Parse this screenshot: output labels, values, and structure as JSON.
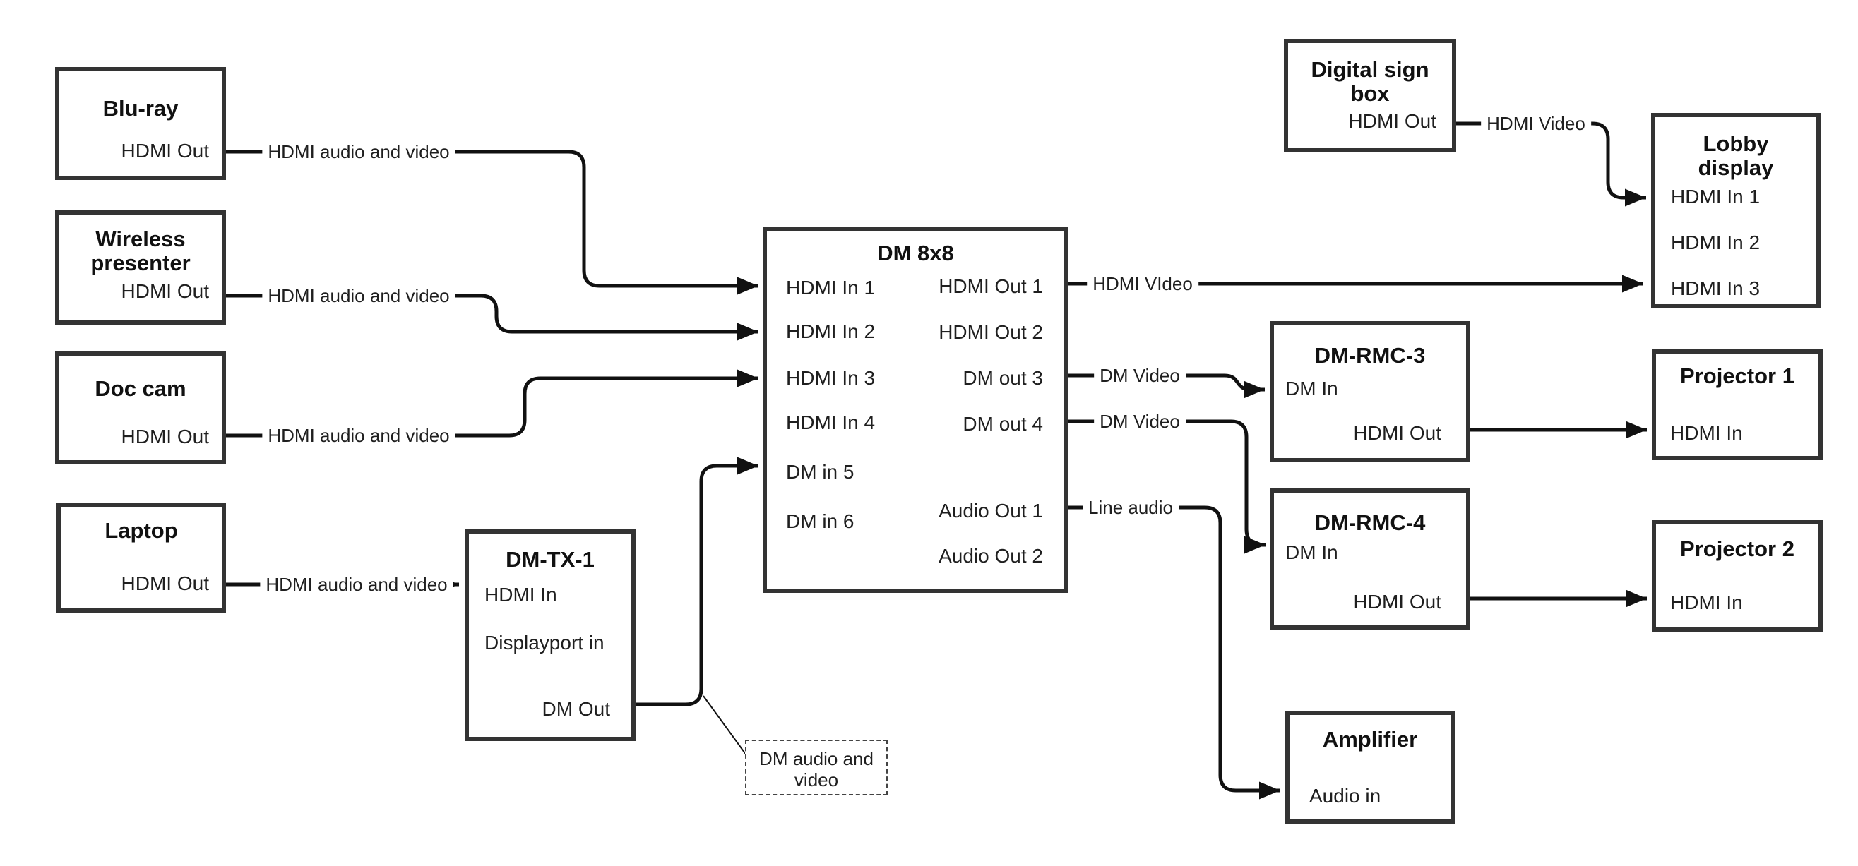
{
  "canvas": {
    "background": "#ffffff",
    "wire_color": "#111111",
    "box_border_color": "#333333"
  },
  "nodes": {
    "bluray": {
      "title": "Blu-ray",
      "port_out": "HDMI Out"
    },
    "wireless": {
      "title": "Wireless presenter",
      "port_out": "HDMI Out"
    },
    "doccam": {
      "title": "Doc cam",
      "port_out": "HDMI Out"
    },
    "laptop": {
      "title": "Laptop",
      "port_out": "HDMI Out"
    },
    "dmtx1": {
      "title": "DM-TX-1",
      "port_hdmi_in": "HDMI In",
      "port_displayport_in": "Displayport in",
      "port_dm_out": "DM Out"
    },
    "dm8x8": {
      "title": "DM 8x8",
      "inputs": [
        "HDMI In 1",
        "HDMI In 2",
        "HDMI In 3",
        "HDMI In 4",
        "DM in 5",
        "DM in 6"
      ],
      "outputs": [
        "HDMI Out 1",
        "HDMI Out 2",
        "DM out 3",
        "DM out 4",
        "Audio Out 1",
        "Audio Out 2"
      ]
    },
    "digitalsign": {
      "title": "Digital sign box",
      "port_out": "HDMI Out"
    },
    "lobby": {
      "title": "Lobby display",
      "inputs": [
        "HDMI In 1",
        "HDMI In 2",
        "HDMI In 3"
      ]
    },
    "rmc3": {
      "title": "DM-RMC-3",
      "port_in": "DM In",
      "port_out": "HDMI Out"
    },
    "proj1": {
      "title": "Projector 1",
      "port_in": "HDMI In"
    },
    "rmc4": {
      "title": "DM-RMC-4",
      "port_in": "DM In",
      "port_out": "HDMI Out"
    },
    "proj2": {
      "title": "Projector 2",
      "port_in": "HDMI In"
    },
    "amplifier": {
      "title": "Amplifier",
      "port_in": "Audio in"
    },
    "note": {
      "text": "DM audio and video"
    }
  },
  "wire_labels": {
    "bluray_dm8x8": "HDMI audio and video",
    "wireless_dm8x8": "HDMI audio and video",
    "doccam_dm8x8": "HDMI audio and video",
    "laptop_dmtx1": "HDMI audio and video",
    "hdmi_out1_lobby": "HDMI VIdeo",
    "dm_out3_rmc3": "DM Video",
    "dm_out4_rmc4": "DM Video",
    "audio_out1_amp": "Line audio",
    "digitalsign_lobby": "HDMI Video"
  }
}
